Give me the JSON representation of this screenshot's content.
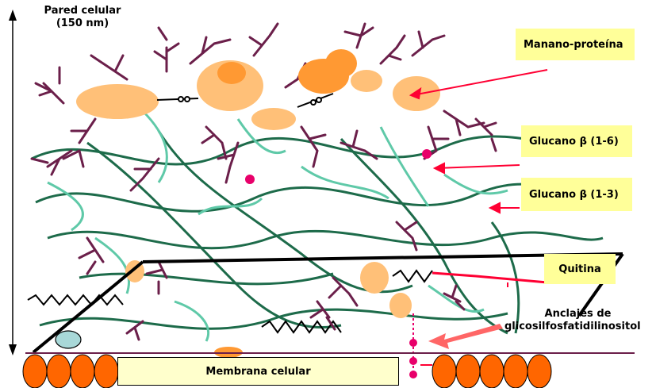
{
  "title": {
    "line1": "Pared celular",
    "line2": "(150 nm)"
  },
  "labels": {
    "manano": "Manano-proteína",
    "glucano16": "Glucano β (1-6)",
    "glucano13": "Glucano β (1-3)",
    "quitina": "Quitina",
    "anclajes_line1": "Anclajes de",
    "anclajes_line2": "glicosilfosfatidilinositol",
    "membrana": "Membrana celular"
  },
  "colors": {
    "mannoprotein": "#ffc078",
    "mannoprotein_dark": "#ff9933",
    "mannan_branch": "#6b1f4a",
    "glucan_dark": "#1d6b4a",
    "glucan_light": "#5fc9a8",
    "arrow_red": "#ff0033",
    "lipid_head": "#ff6600",
    "gpi_anchor": "#e8006a",
    "label_bg": "#ffff99",
    "vesicle": "#a8d8d8"
  }
}
